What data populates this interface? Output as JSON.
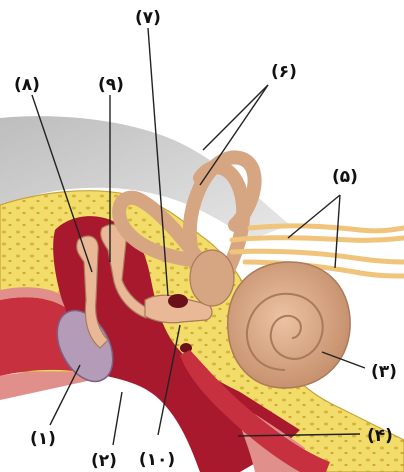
{
  "labels": {
    "l1": "(۱)",
    "l2": "(۲)",
    "l3": "(۳)",
    "l4": "(۴)",
    "l5": "(۵)",
    "l6": "(۶)",
    "l7": "(۷)",
    "l8": "(۸)",
    "l9": "(۹)",
    "l10": "(۱۰)"
  },
  "colors": {
    "bone": "#f2dd6a",
    "bone_dots": "#d9b53a",
    "cavity": "#a8192e",
    "canal": "#c7303e",
    "skin": "#e08f8a",
    "ossicle": "#e9b897",
    "cochlea": "#d6a582",
    "nerve": "#f0c47a",
    "membrane": "#b49cb8",
    "background_grey": "#c9c9c9"
  },
  "icons": [
    "ear-anatomy-illustration"
  ]
}
